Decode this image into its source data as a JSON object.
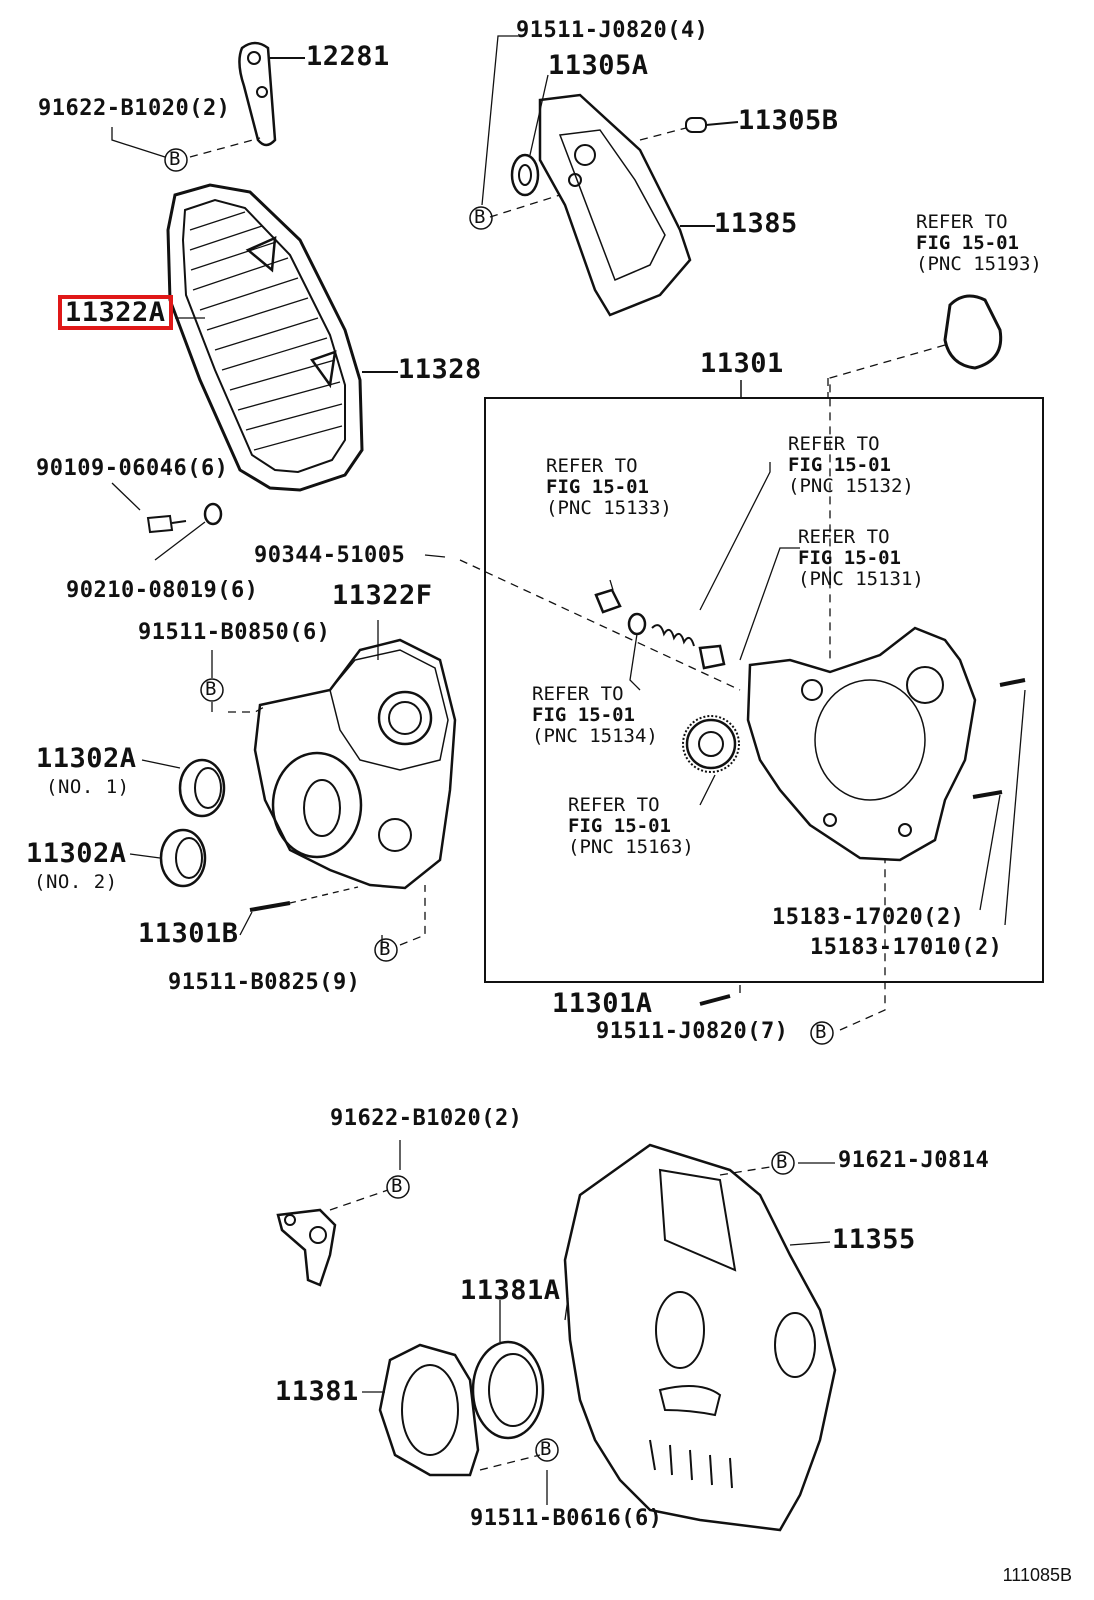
{
  "diagram": {
    "highlight_color": "#e01818",
    "image_code": "111085B",
    "part_labels": {
      "p12281": "12281",
      "p91622_top": "91622-B1020(2)",
      "p91511_j4": "91511-J0820(4)",
      "p11305a": "11305A",
      "p11305b": "11305B",
      "p11385": "11385",
      "p11322a": "11322A",
      "p11328": "11328",
      "p90109": "90109-06046(6)",
      "p90210": "90210-08019(6)",
      "p90344": "90344-51005",
      "p11322f": "11322F",
      "p91511_b0850": "91511-B0850(6)",
      "p11302a_1": "11302A",
      "p11302a_1_sub": "(NO. 1)",
      "p11302a_2": "11302A",
      "p11302a_2_sub": "(NO. 2)",
      "p11301b": "11301B",
      "p91511_b0825": "91511-B0825(9)",
      "p11301": "11301",
      "p15183_17020": "15183-17020(2)",
      "p15183_17010": "15183-17010(2)",
      "p11301a": "11301A",
      "p91511_j7": "91511-J0820(7)",
      "p91622_bottom": "91622-B1020(2)",
      "p91621": "91621-J0814",
      "p11355": "11355",
      "p11381a": "11381A",
      "p11381": "11381",
      "p91511_b0616": "91511-B0616(6)"
    },
    "references": {
      "r15193": {
        "line1": "REFER TO",
        "line2": "FIG 15-01",
        "line3": "(PNC 15193)"
      },
      "r15132": {
        "line1": "REFER TO",
        "line2": "FIG 15-01",
        "line3": "(PNC 15132)"
      },
      "r15133": {
        "line1": "REFER TO",
        "line2": "FIG 15-01",
        "line3": "(PNC 15133)"
      },
      "r15131": {
        "line1": "REFER TO",
        "line2": "FIG 15-01",
        "line3": "(PNC 15131)"
      },
      "r15134": {
        "line1": "REFER TO",
        "line2": "FIG 15-01",
        "line3": "(PNC 15134)"
      },
      "r15163": {
        "line1": "REFER TO",
        "line2": "FIG 15-01",
        "line3": "(PNC 15163)"
      }
    },
    "callout_letter": "B"
  }
}
